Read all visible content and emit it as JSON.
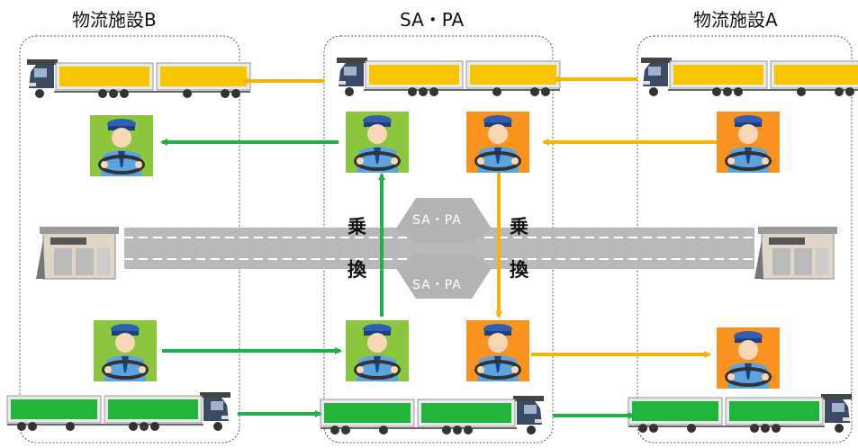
{
  "titles": {
    "facility_b": "物流施設B",
    "sapa": "SA・PA",
    "facility_a": "物流施設A"
  },
  "transfer_label_left": [
    "乗",
    "換"
  ],
  "transfer_label_right": [
    "乗",
    "換"
  ],
  "hex_labels": {
    "top": "SA・PA",
    "bottom": "SA・PA"
  },
  "colors": {
    "yellow_route": "#f7b500",
    "green_route": "#1fb04a",
    "trailer_yellow": "#f7c400",
    "trailer_green": "#22b43c",
    "driver_bg_green": "#8cc63f",
    "driver_bg_orange": "#f7931e",
    "road": "#b9b9b9",
    "hex": "#b3b3b3"
  },
  "icons": {
    "truck": "truck-icon",
    "driver": "driver-icon",
    "warehouse": "warehouse-icon"
  }
}
